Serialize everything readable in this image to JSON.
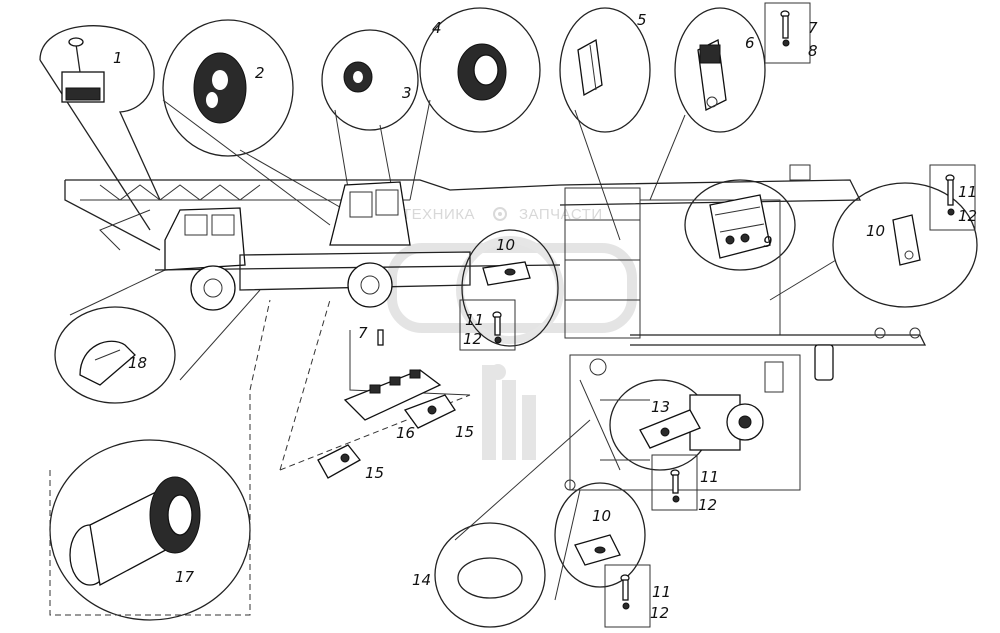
{
  "callouts": {
    "c1": "1",
    "c2": "2",
    "c3": "3",
    "c4": "4",
    "c5": "5",
    "c6": "6",
    "c7a": "7",
    "c8": "8",
    "c9": "9",
    "c10a": "10",
    "c10b": "10",
    "c10c": "10",
    "c11a": "11",
    "c11b": "11",
    "c11c": "11",
    "c11d": "11",
    "c12a": "12",
    "c12b": "12",
    "c12c": "12",
    "c12d": "12",
    "c13": "13",
    "c14": "14",
    "c15a": "15",
    "c15b": "15",
    "c16": "16",
    "c17": "17",
    "c18": "18",
    "c7b": "7"
  },
  "watermark": {
    "left": "ТЕХНИКА",
    "right": "ЗАПЧАСТИ"
  }
}
